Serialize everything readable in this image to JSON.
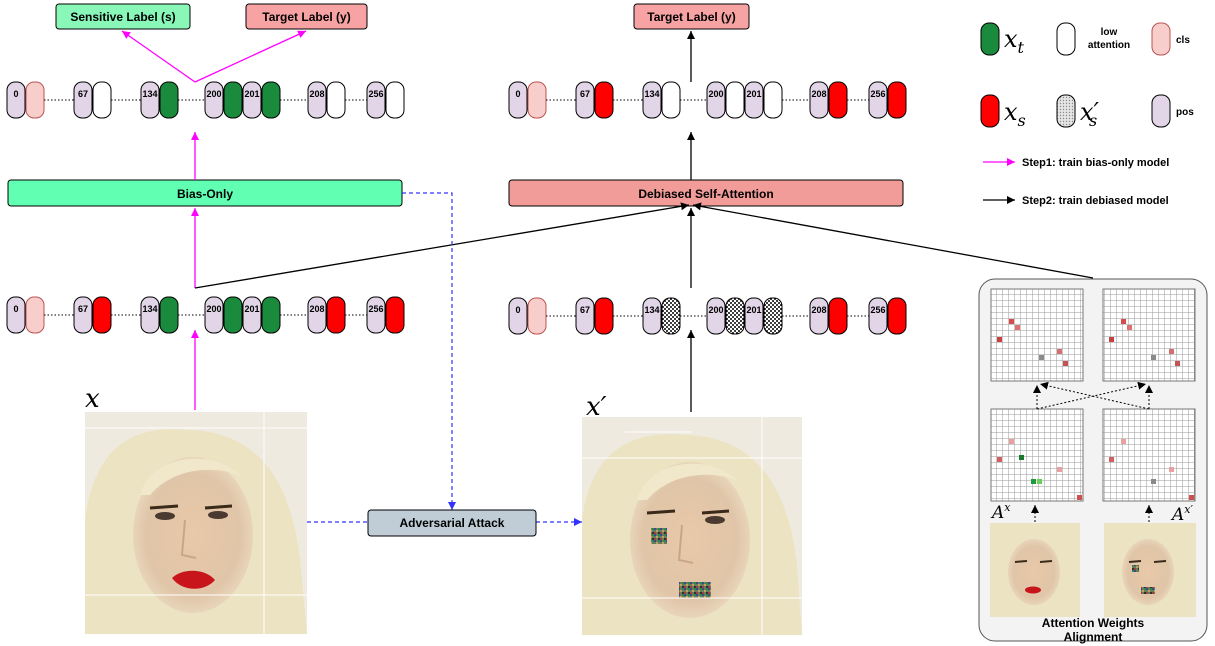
{
  "labels": {
    "sensitive_label": "Sensitive Label (s)",
    "target_label_left": "Target Label (y)",
    "target_label_right": "Target Label (y)",
    "bias_only": "Bias-Only",
    "debiased": "Debiased Self-Attention",
    "adversarial": "Adversarial Attack",
    "alignment_line1": "Attention Weights",
    "alignment_line2": "Alignment"
  },
  "math": {
    "x": "x",
    "x_prime": "x′",
    "a_base": "A",
    "a_sup_left": "x",
    "a_sup_right": "x′"
  },
  "legend": {
    "xt": "x",
    "xt_sub": "t",
    "low_line1": "low",
    "low_line2": "attention",
    "cls": "cls",
    "xs": "x",
    "xs_sub": "s",
    "xs_prime": "x′",
    "xs_prime_sub": "s",
    "pos": "pos",
    "step1": "Step1: train bias-only model",
    "step2": "Step2: train debiased model"
  },
  "token_rows": {
    "top_left": [
      {
        "pos": "0",
        "kind": "cls"
      },
      {
        "pos": "67",
        "kind": "low"
      },
      {
        "pos": "134",
        "kind": "target"
      },
      {
        "pos": "200",
        "kind": "target"
      },
      {
        "pos": "201",
        "kind": "target"
      },
      {
        "pos": "208",
        "kind": "low"
      },
      {
        "pos": "256",
        "kind": "low"
      }
    ],
    "top_right": [
      {
        "pos": "0",
        "kind": "cls"
      },
      {
        "pos": "67",
        "kind": "sensitive"
      },
      {
        "pos": "134",
        "kind": "low"
      },
      {
        "pos": "200",
        "kind": "low"
      },
      {
        "pos": "201",
        "kind": "low"
      },
      {
        "pos": "208",
        "kind": "sensitive"
      },
      {
        "pos": "256",
        "kind": "sensitive"
      }
    ],
    "mid_left": [
      {
        "pos": "0",
        "kind": "cls"
      },
      {
        "pos": "67",
        "kind": "sensitive"
      },
      {
        "pos": "134",
        "kind": "target"
      },
      {
        "pos": "200",
        "kind": "target"
      },
      {
        "pos": "201",
        "kind": "target"
      },
      {
        "pos": "208",
        "kind": "sensitive"
      },
      {
        "pos": "256",
        "kind": "sensitive"
      }
    ],
    "mid_right": [
      {
        "pos": "0",
        "kind": "cls"
      },
      {
        "pos": "67",
        "kind": "sensitive"
      },
      {
        "pos": "134",
        "kind": "perturbed"
      },
      {
        "pos": "200",
        "kind": "perturbed"
      },
      {
        "pos": "201",
        "kind": "perturbed"
      },
      {
        "pos": "208",
        "kind": "sensitive"
      },
      {
        "pos": "256",
        "kind": "sensitive"
      }
    ]
  },
  "colors": {
    "green": "#1a8a3c",
    "red": "#ff0000",
    "cls_fill": "#f8cecc",
    "pos_fill": "#e1d5e7",
    "bias_fill": "#60ffb2",
    "debias_fill": "#f19c99",
    "target_fill": "#f8a3a3",
    "sensitive_fill": "#89f7b8",
    "adv_fill": "#c0cdd6",
    "step1": "#ff00ff",
    "step2": "#000000",
    "dashed": "#3333ff"
  }
}
